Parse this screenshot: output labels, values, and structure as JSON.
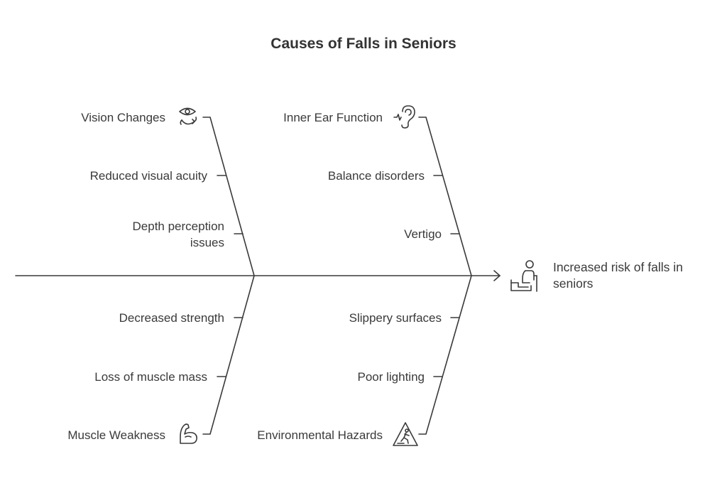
{
  "title": "Causes of Falls in Seniors",
  "effect": "Increased risk of falls in seniors",
  "categories": {
    "vision": {
      "title": "Vision Changes",
      "icon": "eye-cycle-icon",
      "causes": [
        "Reduced visual acuity",
        "Depth perception issues"
      ]
    },
    "inner_ear": {
      "title": "Inner Ear Function",
      "icon": "ear-icon",
      "causes": [
        "Balance disorders",
        "Vertigo"
      ]
    },
    "muscle": {
      "title": "Muscle Weakness",
      "icon": "flexed-arm-icon",
      "causes": [
        "Decreased strength",
        "Loss of muscle mass"
      ]
    },
    "environment": {
      "title": "Environmental Hazards",
      "icon": "slippery-warning-icon",
      "causes": [
        "Slippery surfaces",
        "Poor lighting"
      ]
    }
  },
  "colors": {
    "line": "#3a3a3a",
    "text": "#333333"
  }
}
